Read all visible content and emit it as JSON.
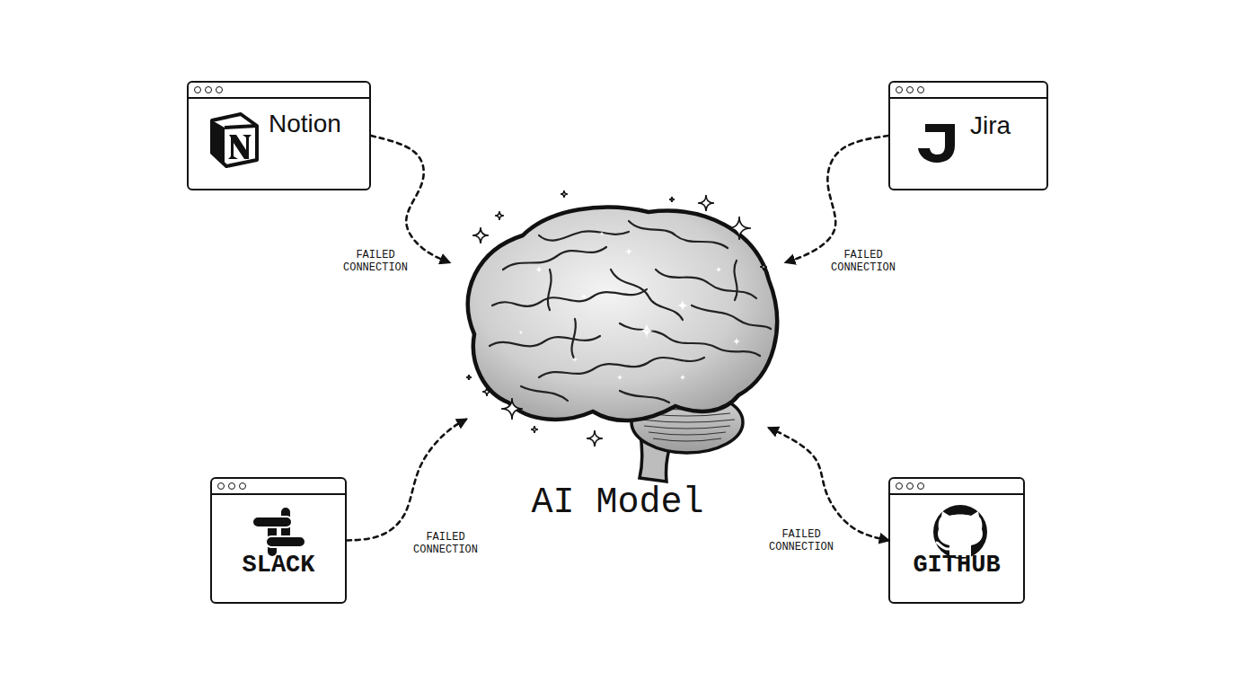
{
  "diagram": {
    "nodes": [
      {
        "text": [
          "Notion"
        ]
      },
      {
        "text": [
          "Jira"
        ]
      },
      {
        "text": [
          "AI Model"
        ]
      },
      {
        "text": [
          "SLACK"
        ]
      },
      {
        "text": [
          "GITHUB"
        ]
      }
    ],
    "edges": [
      {
        "from": 0,
        "to": 2,
        "arrow": "to",
        "label": "FAILED CONNECTION"
      },
      {
        "from": 1,
        "to": 2,
        "arrow": "to",
        "label": "FAILED CONNECTION"
      },
      {
        "from": 3,
        "to": 2,
        "arrow": "to",
        "label": "FAILED CONNECTION"
      },
      {
        "from": 4,
        "to": 2,
        "arrow": "both",
        "label": "FAILED CONNECTION"
      }
    ]
  }
}
